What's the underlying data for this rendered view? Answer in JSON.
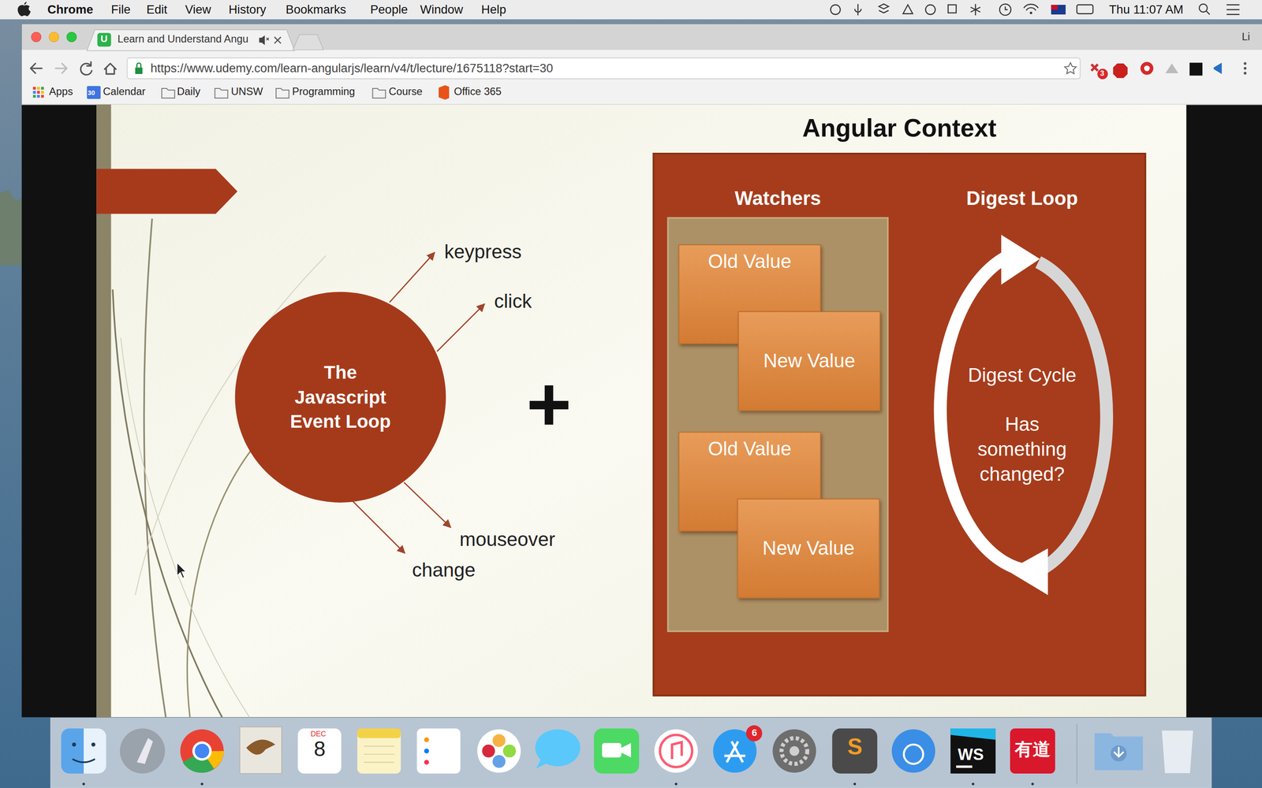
{
  "diagram": {
    "nodes": [
      {
        "text": [
          "The Javascript Event Loop"
        ]
      },
      {
        "text": [
          "Angular Context"
        ]
      },
      {
        "text": [
          "Watchers"
        ],
        "in": 1
      },
      {
        "text": [
          "Old Value"
        ],
        "in": 2
      },
      {
        "text": [
          "New Value"
        ],
        "in": 2
      },
      {
        "text": [
          "Old Value"
        ],
        "in": 2
      },
      {
        "text": [
          "New Value"
        ],
        "in": 2
      },
      {
        "text": [
          "Digest Loop",
          "Digest Cycle",
          "Has something changed?"
        ],
        "in": 1
      }
    ],
    "labels": [
      "Chrome",
      "File",
      "Edit",
      "View",
      "History",
      "Bookmarks",
      "People",
      "Window",
      "Help",
      "Thu 11:07 AM",
      "Learn and Understand Angu",
      "Li",
      "https://www.udemy.com/learn-angularjs/learn/v4/t/lecture/1675118?start=30",
      "Apps",
      "30",
      "Calendar",
      "Daily",
      "UNSW",
      "Programming",
      "Course",
      "Office 365",
      "3",
      "keypress",
      "click",
      "mouseover",
      "change",
      "+",
      "DEC",
      "8",
      "6",
      "S",
      "WS",
      "有道",
      "U"
    ]
  }
}
